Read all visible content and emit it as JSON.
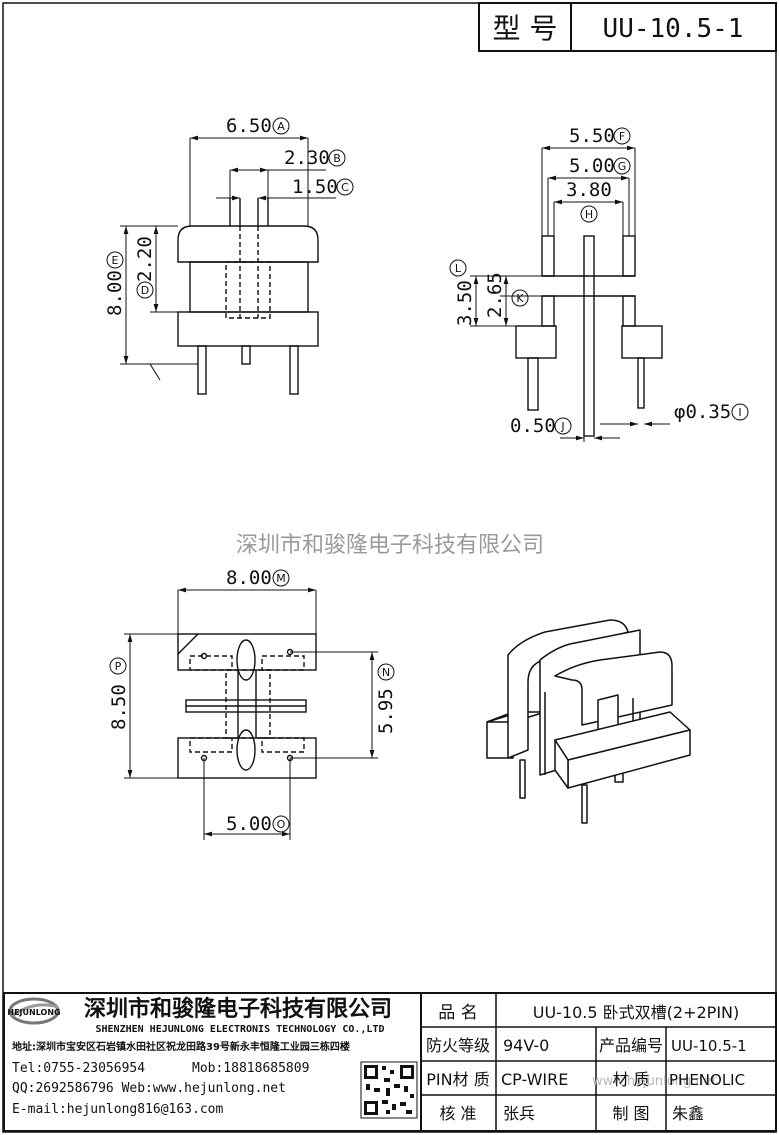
{
  "header": {
    "model_label": "型 号",
    "model_value": "UU-10.5-1"
  },
  "dimensions": {
    "side_view": [
      {
        "value": "6.50",
        "marker": "A"
      },
      {
        "value": "2.30",
        "marker": "B"
      },
      {
        "value": "1.50",
        "marker": "C"
      },
      {
        "value": "2.20",
        "marker": "D"
      },
      {
        "value": "8.00",
        "marker": "E"
      }
    ],
    "front_view": [
      {
        "value": "5.50",
        "marker": "F"
      },
      {
        "value": "5.00",
        "marker": "G"
      },
      {
        "value": "3.80",
        "marker": "H"
      },
      {
        "value": "3.50",
        "marker": "L"
      },
      {
        "value": "2.65",
        "marker": "K"
      },
      {
        "value": "0.50",
        "marker": "J"
      },
      {
        "value": "φ0.35",
        "marker": "I"
      }
    ],
    "bottom_view": [
      {
        "value": "8.00",
        "marker": "M"
      },
      {
        "value": "8.50",
        "marker": "P"
      },
      {
        "value": "5.95",
        "marker": "N"
      },
      {
        "value": "5.00",
        "marker": "O"
      }
    ]
  },
  "watermark": "深圳市和骏隆电子科技有限公司",
  "watermark_url": "www.hejunlong.net",
  "company": {
    "name_cn": "深圳市和骏隆电子科技有限公司",
    "name_en": "SHENZHEN HEJUNLONG ELECTRONIS TECHNOLOGY CO.,LTD",
    "logo_text": "HEJUNLONG",
    "address": "地址:深圳市宝安区石岩镇水田社区祝龙田路39号新永丰恒隆工业园三栋四楼",
    "tel": "Tel:0755-23056954",
    "mob": "Mob:18818685809",
    "qq_web": "QQ:2692586796 Web:www.hejunlong.net",
    "email": "E-mail:hejunlong816@163.com"
  },
  "title_block": {
    "product_name_label": "品 名",
    "product_name": "UU-10.5 卧式双槽(2+2PIN)",
    "fire_rating_label": "防火等级",
    "fire_rating": "94V-0",
    "product_code_label": "产品编号",
    "product_code": "UU-10.5-1",
    "pin_material_label": "PIN材 质",
    "pin_material": "CP-WIRE",
    "material_label": "材 质",
    "material": "PHENOLIC",
    "checker_label": "核 准",
    "checker": "张兵",
    "drafter_label": "制 图",
    "drafter": "朱鑫"
  }
}
